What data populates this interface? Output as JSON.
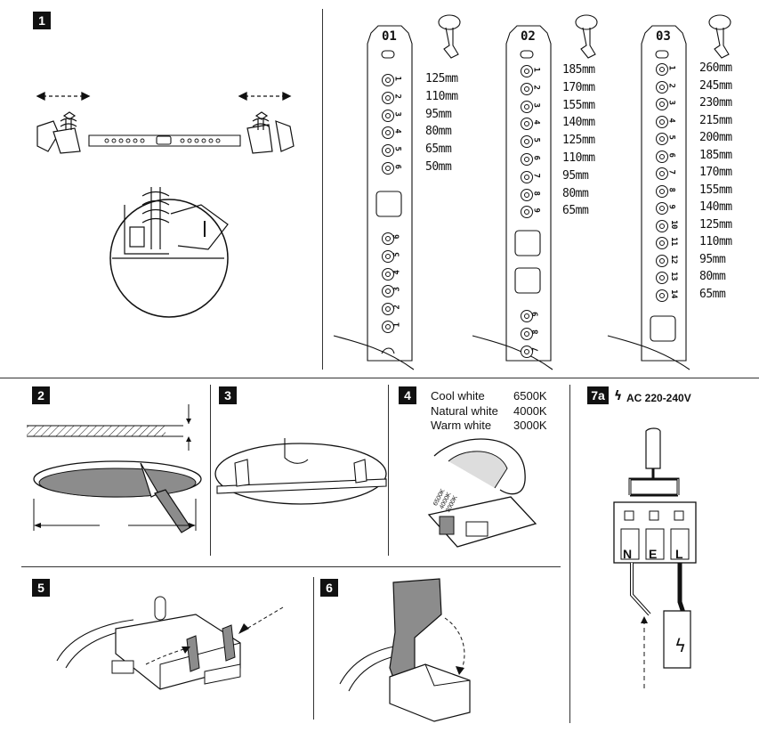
{
  "steps": {
    "s1": "1",
    "s2": "2",
    "s3": "3",
    "s4": "4",
    "s5": "5",
    "s6": "6",
    "s7": "7a"
  },
  "brackets": [
    {
      "label": "01",
      "upper_numbers": [
        "1",
        "2",
        "3",
        "4",
        "5",
        "6"
      ],
      "lower_numbers": [
        "6",
        "5",
        "4",
        "3",
        "2",
        "1"
      ],
      "sizes": [
        "125mm",
        "110mm",
        "95mm",
        "80mm",
        "65mm",
        "50mm"
      ]
    },
    {
      "label": "02",
      "upper_numbers": [
        "1",
        "2",
        "3",
        "4",
        "5",
        "6",
        "7",
        "8",
        "9"
      ],
      "lower_numbers": [
        "9",
        "8",
        "7"
      ],
      "sizes": [
        "185mm",
        "170mm",
        "155mm",
        "140mm",
        "125mm",
        "110mm",
        "95mm",
        "80mm",
        "65mm"
      ]
    },
    {
      "label": "03",
      "upper_numbers": [
        "1",
        "2",
        "3",
        "4",
        "5",
        "6",
        "7",
        "8",
        "9",
        "10",
        "11",
        "12",
        "13",
        "14"
      ],
      "sizes": [
        "260mm",
        "245mm",
        "230mm",
        "215mm",
        "200mm",
        "185mm",
        "170mm",
        "155mm",
        "140mm",
        "125mm",
        "110mm",
        "95mm",
        "80mm",
        "65mm"
      ]
    }
  ],
  "color_temperature": [
    {
      "name": "Cool white",
      "kelvin": "6500K"
    },
    {
      "name": "Natural white",
      "kelvin": "4000K"
    },
    {
      "name": "Warm white",
      "kelvin": "3000K"
    }
  ],
  "switch_labels": [
    "6500K",
    "4000K",
    "3000K"
  ],
  "wiring": {
    "voltage": "AC 220-240V",
    "terminals": [
      "N",
      "E",
      "L"
    ]
  },
  "icons": [
    "arrow-left-right-icon",
    "lightning-bolt-icon",
    "knife-icon"
  ]
}
